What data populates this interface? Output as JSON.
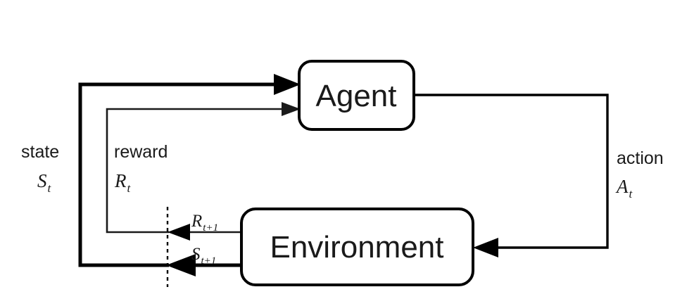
{
  "diagram": {
    "title": "agent-environment-interaction-loop",
    "background_color": "#ffffff",
    "stroke_color": "#000000",
    "nodes": [
      {
        "id": "agent",
        "label": "Agent"
      },
      {
        "id": "environment",
        "label": "Environment"
      }
    ],
    "edges": [
      {
        "id": "state-feedback",
        "plain_label": "state",
        "symbol": "S",
        "subscript": "t",
        "weight": "thick",
        "from": "environment",
        "to": "agent"
      },
      {
        "id": "reward-feedback",
        "plain_label": "reward",
        "symbol": "R",
        "subscript": "t",
        "weight": "thin",
        "from": "environment",
        "to": "agent"
      },
      {
        "id": "action",
        "plain_label": "action",
        "symbol": "A",
        "subscript": "t",
        "weight": "medium",
        "from": "agent",
        "to": "environment"
      },
      {
        "id": "next-reward",
        "symbol": "R",
        "subscript": "t+1",
        "weight": "thin",
        "from": "environment",
        "to": "boundary"
      },
      {
        "id": "next-state",
        "symbol": "S",
        "subscript": "t+1",
        "weight": "thick",
        "from": "environment",
        "to": "boundary"
      }
    ],
    "divider": {
      "id": "time-step-boundary",
      "style": "dashed"
    }
  }
}
